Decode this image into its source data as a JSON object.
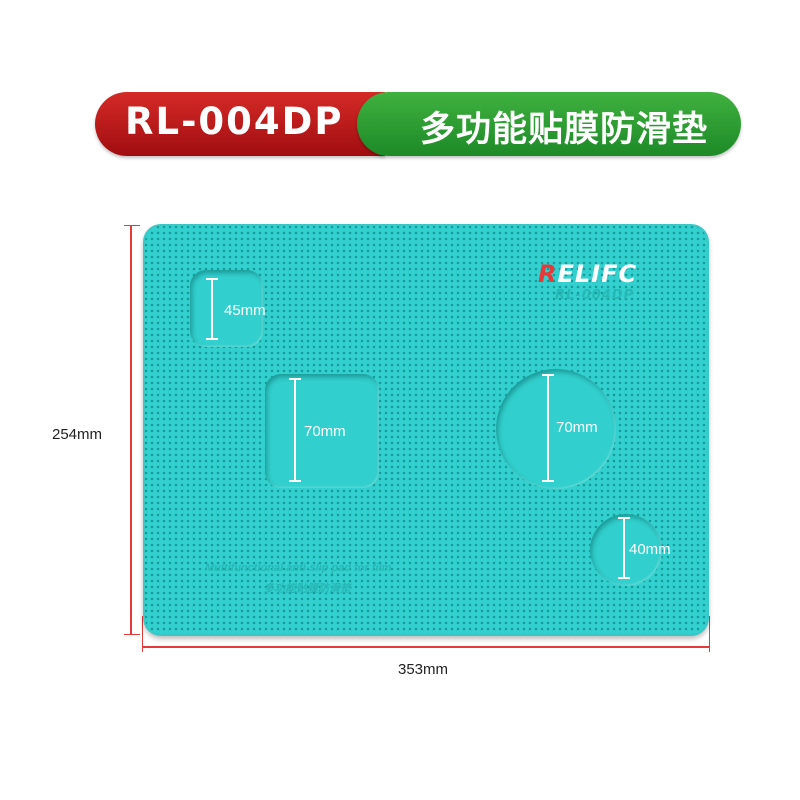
{
  "banner": {
    "model": "RL-004DP",
    "product_name": "多功能贴膜防滑垫",
    "left_color": "#c01a1c",
    "right_color": "#2ea236"
  },
  "dimensions": {
    "height": "254mm",
    "width": "353mm",
    "line_color": "#e53a3a"
  },
  "mat": {
    "color": "#32d1cf",
    "logo": "RELIFC",
    "model_engraving": "RL-004DP",
    "engraving_en": "Multifunctional anti-slip pad for film",
    "engraving_cn": "多功能贴膜防滑垫",
    "pockets": [
      {
        "shape": "square",
        "label": "45mm"
      },
      {
        "shape": "square",
        "label": "70mm"
      },
      {
        "shape": "circle",
        "label": "70mm"
      },
      {
        "shape": "circle",
        "label": "40mm"
      }
    ]
  }
}
